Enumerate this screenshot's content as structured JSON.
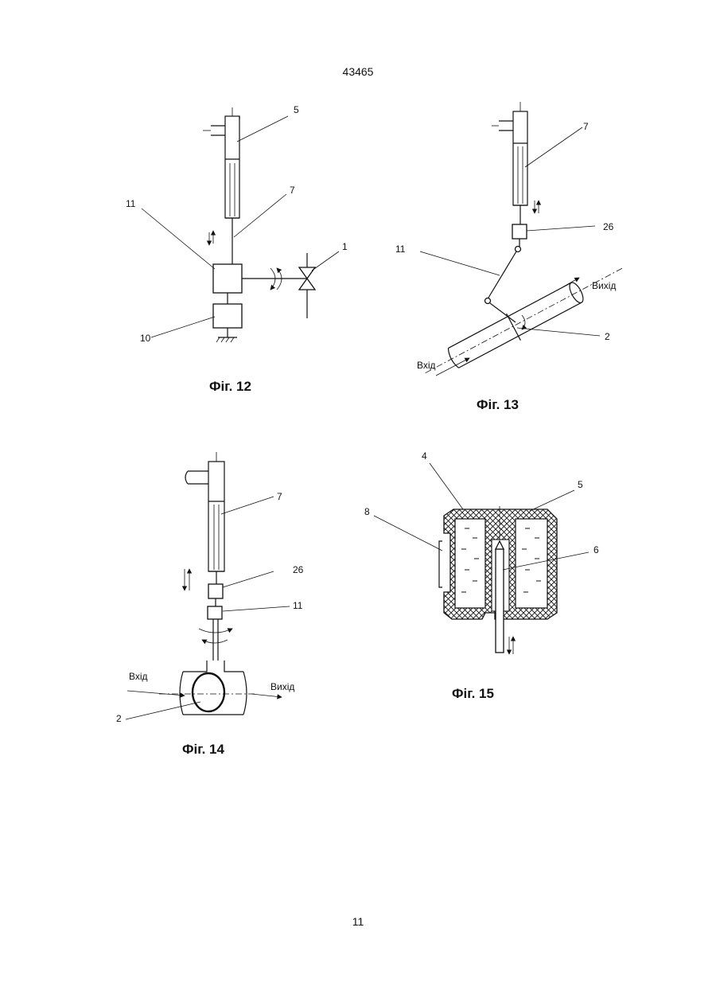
{
  "header": {
    "doc_number": "43465"
  },
  "footer": {
    "page_number": "11"
  },
  "fig12": {
    "title": "Фіг. 12",
    "labels": {
      "l5": "5",
      "l7": "7",
      "l11": "11",
      "l1": "1",
      "l10": "10"
    }
  },
  "fig13": {
    "title": "Фіг. 13",
    "labels": {
      "l7": "7",
      "l26": "26",
      "l11": "11",
      "l2": "2",
      "outlet": "Вихід",
      "inlet": "Вхід"
    }
  },
  "fig14": {
    "title": "Фіг. 14",
    "labels": {
      "l7": "7",
      "l26": "26",
      "l11": "11",
      "l2": "2",
      "inlet": "Вхід",
      "outlet": "Вихід"
    }
  },
  "fig15": {
    "title": "Фіг. 15",
    "labels": {
      "l4": "4",
      "l5": "5",
      "l8": "8",
      "l6": "6"
    }
  }
}
